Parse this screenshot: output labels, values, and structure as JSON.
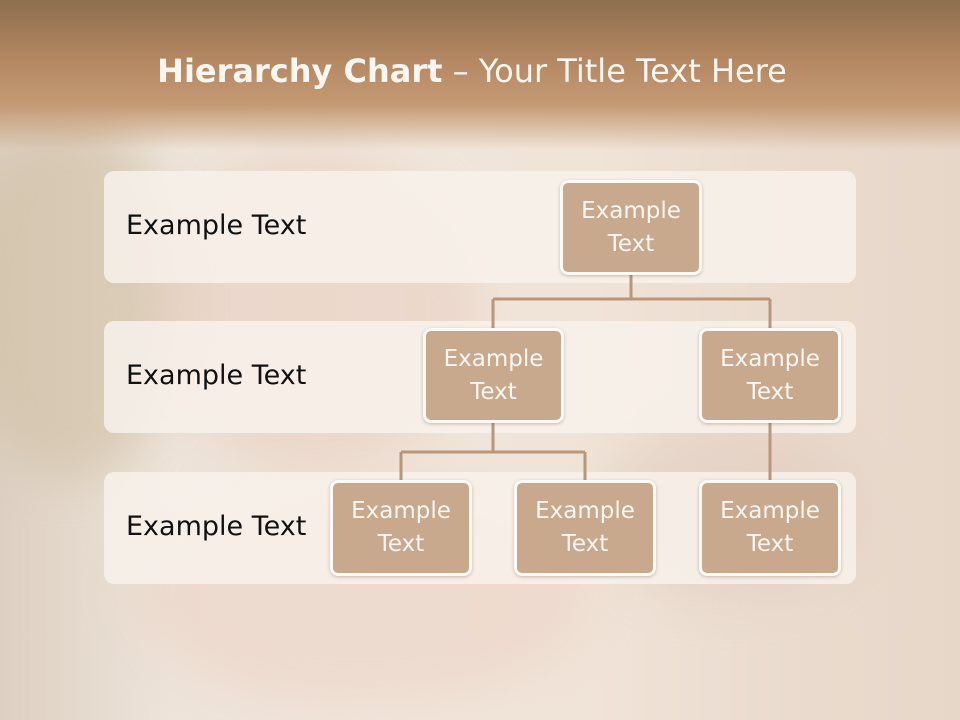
{
  "slide": {
    "title_bold": "Hierarchy Chart",
    "title_rest": " – Your Title Text Here"
  },
  "levels": [
    {
      "label": "Example Text"
    },
    {
      "label": "Example Text"
    },
    {
      "label": "Example Text"
    }
  ],
  "nodes": [
    {
      "text": "Example Text"
    },
    {
      "text": "Example Text"
    },
    {
      "text": "Example Text"
    },
    {
      "text": "Example Text"
    },
    {
      "text": "Example Text"
    },
    {
      "text": "Example Text"
    }
  ],
  "colors": {
    "node_fill": "#c9a98d",
    "node_border": "#fdf9f5",
    "connector": "#b8977b",
    "header": "#b28661"
  }
}
